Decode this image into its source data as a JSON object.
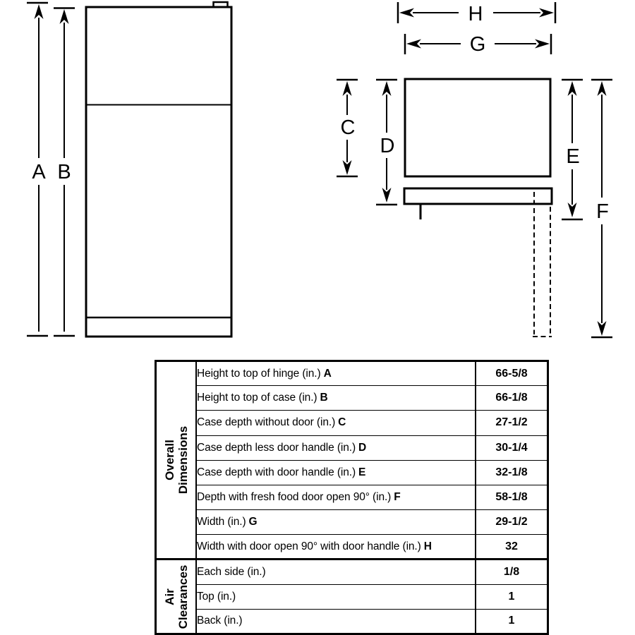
{
  "colors": {
    "ink": "#000000",
    "background": "#ffffff"
  },
  "diagram": {
    "front_view": {
      "labels": {
        "a": "A",
        "b": "B"
      }
    },
    "top_view": {
      "labels": {
        "c": "C",
        "d": "D",
        "e": "E",
        "f": "F",
        "g": "G",
        "h": "H"
      }
    }
  },
  "table": {
    "groups": [
      {
        "title_lines": [
          "Overall",
          "Dimensions"
        ],
        "rows": [
          {
            "label": "Height to top of hinge (in.)",
            "key": "A",
            "value": "66-5/8"
          },
          {
            "label": "Height to top of case (in.)",
            "key": "B",
            "value": "66-1/8"
          },
          {
            "label": "Case depth without door (in.)",
            "key": "C",
            "value": "27-1/2"
          },
          {
            "label": "Case depth less door handle (in.)",
            "key": "D",
            "value": "30-1/4"
          },
          {
            "label": "Case depth with door handle (in.)",
            "key": "E",
            "value": "32-1/8"
          },
          {
            "label": "Depth with fresh food door open 90° (in.)",
            "key": "F",
            "value": "58-1/8"
          },
          {
            "label": "Width (in.)",
            "key": "G",
            "value": "29-1/2"
          },
          {
            "label": "Width with door open 90° with door handle (in.)",
            "key": "H",
            "value": "32"
          }
        ]
      },
      {
        "title_lines": [
          "Air",
          "Clearances"
        ],
        "rows": [
          {
            "label": "Each side (in.)",
            "key": "",
            "value": "1/8"
          },
          {
            "label": "Top (in.)",
            "key": "",
            "value": "1"
          },
          {
            "label": "Back (in.)",
            "key": "",
            "value": "1"
          }
        ]
      }
    ]
  }
}
